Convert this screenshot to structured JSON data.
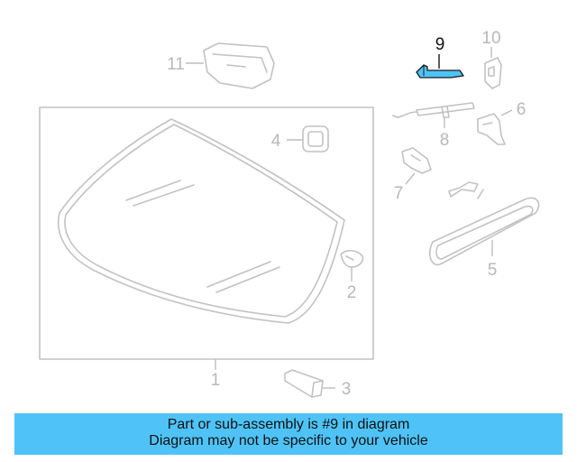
{
  "diagram": {
    "highlighted_part": "9",
    "highlight_color": "#4fc3f7",
    "callouts": {
      "c1": "1",
      "c2": "2",
      "c3": "3",
      "c4": "4",
      "c5": "5",
      "c6": "6",
      "c7": "7",
      "c8": "8",
      "c9": "9",
      "c10": "10",
      "c11": "11"
    }
  },
  "banner": {
    "line1": "Part or sub-assembly is #9 in diagram",
    "line2": "Diagram may not be specific to your vehicle",
    "background": "#4fc3f7"
  }
}
